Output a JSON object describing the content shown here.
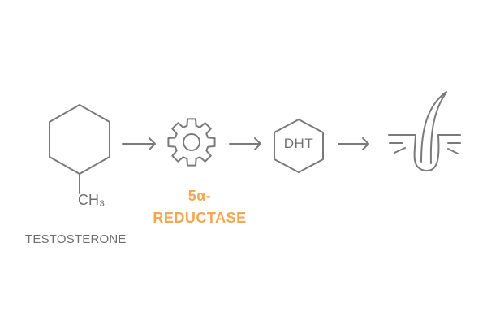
{
  "diagram": {
    "steps": [
      {
        "id": "testosterone",
        "icon": "cyclohexane-icon",
        "label": "TESTOSTERONE",
        "substituent": "CH₃"
      },
      {
        "id": "enzyme",
        "icon": "gear-icon",
        "label_line1": "5α-",
        "label_line2": "REDUCTASE"
      },
      {
        "id": "dht",
        "icon": "hexagon-icon",
        "label": "DHT"
      },
      {
        "id": "follicle",
        "icon": "hair-follicle-icon"
      }
    ],
    "colors": {
      "line": "#7a7a7a",
      "text": "#6f6f6f",
      "accent": "#f4a653",
      "background": "#ffffff"
    }
  }
}
